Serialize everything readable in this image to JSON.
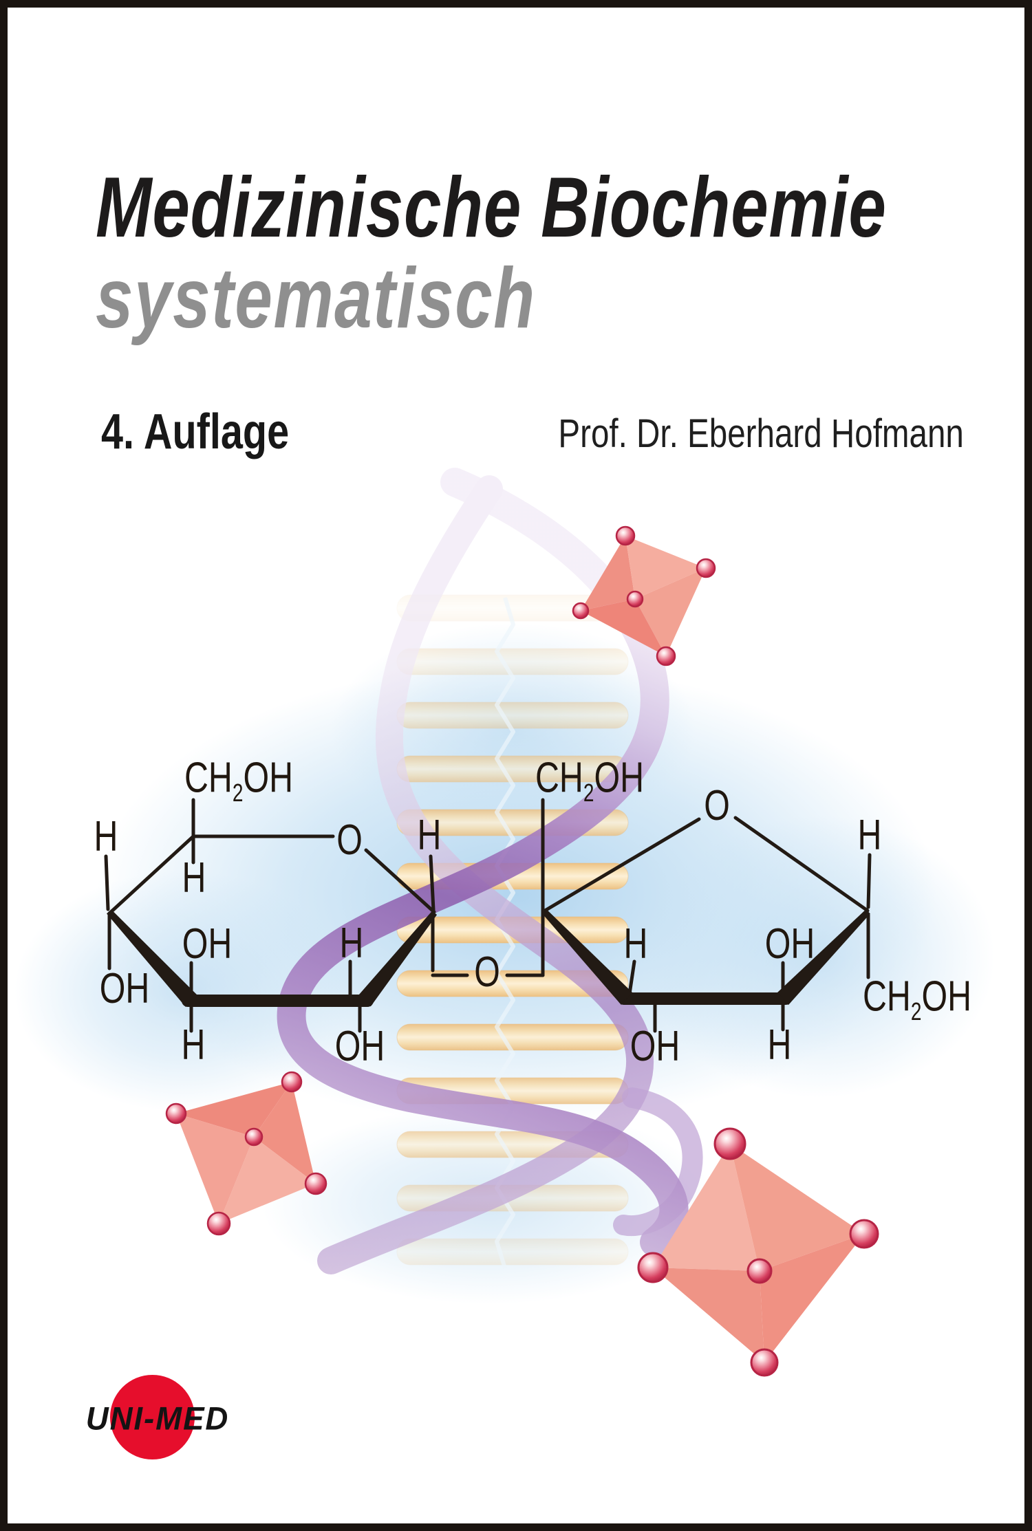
{
  "cover": {
    "title": "Medizinische Biochemie",
    "subtitle": "systematisch",
    "edition": "4. Auflage",
    "author": "Prof. Dr. Eberhard Hofmann",
    "publisher": "UNI-MED"
  },
  "molecule": {
    "ch2oh": {
      "pre": "CH",
      "sub": "2",
      "post": "OH"
    },
    "labels": [
      {
        "text": "H"
      },
      {
        "text": "O"
      },
      {
        "text": "H"
      },
      {
        "text": "H"
      },
      {
        "text": "OH"
      },
      {
        "text": "H"
      },
      {
        "text": "OH"
      },
      {
        "text": "H"
      },
      {
        "text": "OH"
      },
      {
        "text": "O"
      },
      {
        "text": "O"
      },
      {
        "text": "H"
      },
      {
        "text": "H"
      },
      {
        "text": "OH"
      },
      {
        "text": "OH"
      },
      {
        "text": "H"
      }
    ]
  },
  "decor": {
    "helix_icon": "dna-double-helix",
    "crystal_icon": "octahedron-crystal",
    "logo_mark_icon": "red-circle"
  },
  "colors": {
    "frame": "#1a1410",
    "title_black": "#1d1b1b",
    "subtitle_gray": "#8f8f8f",
    "logo_red": "#e60e2c",
    "bond_ink": "#221a14",
    "ribbon_purple": "#8e5fae",
    "rung_tan": "#f0cf9d",
    "glow_blue": "#aed3ee",
    "crystal_salmon": "#f0958a"
  }
}
